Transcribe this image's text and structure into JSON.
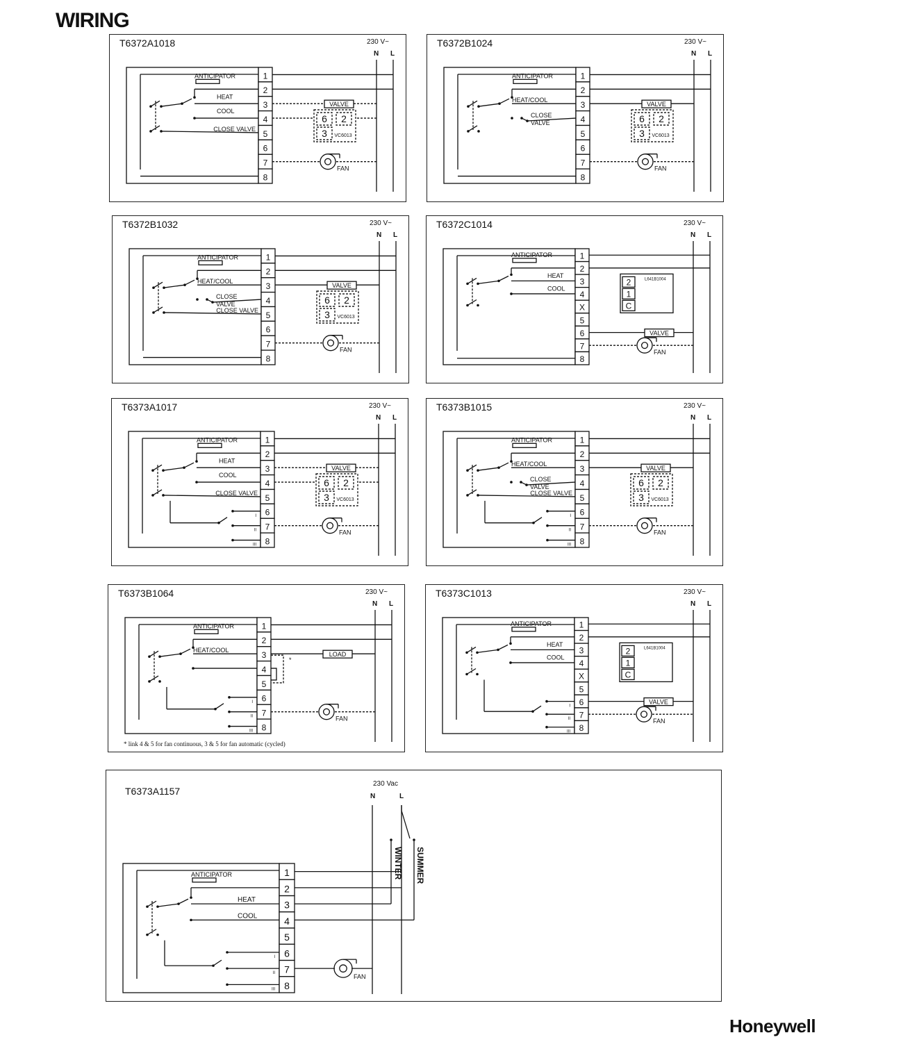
{
  "page": {
    "title": "WIRING",
    "brand": "Honeywell"
  },
  "labels": {
    "anticipator": "ANTICIPATOR",
    "heat": "HEAT",
    "cool": "COOL",
    "heat_cool": "HEAT/COOL",
    "close_valve": "CLOSE VALVE",
    "close": "CLOSE",
    "valve_short": "VALVE",
    "valve": "VALVE",
    "fan": "FAN",
    "vc6013": "VC6013",
    "l641": "L641B1004",
    "load": "LOAD",
    "n": "N",
    "l": "L"
  },
  "panels": [
    {
      "id": "T6372A1018",
      "voltage": "230 V~",
      "terminals": [
        "1",
        "2",
        "3",
        "4",
        "5",
        "6",
        "7",
        "8"
      ]
    },
    {
      "id": "T6372B1024",
      "voltage": "230 V~",
      "terminals": [
        "1",
        "2",
        "3",
        "4",
        "5",
        "6",
        "7",
        "8"
      ]
    },
    {
      "id": "T6372B1032",
      "voltage": "230 V~",
      "terminals": [
        "1",
        "2",
        "3",
        "4",
        "5",
        "6",
        "7",
        "8"
      ]
    },
    {
      "id": "T6372C1014",
      "voltage": "230 V~",
      "terminals": [
        "1",
        "2",
        "3",
        "4",
        "X",
        "5",
        "6",
        "7",
        "8"
      ]
    },
    {
      "id": "T6373A1017",
      "voltage": "230 V~",
      "terminals": [
        "1",
        "2",
        "3",
        "4",
        "5",
        "6",
        "7",
        "8"
      ]
    },
    {
      "id": "T6373B1015",
      "voltage": "230 V~",
      "terminals": [
        "1",
        "2",
        "3",
        "4",
        "5",
        "6",
        "7",
        "8"
      ]
    },
    {
      "id": "T6373B1064",
      "voltage": "230 V~",
      "terminals": [
        "1",
        "2",
        "3",
        "4",
        "5",
        "6",
        "7",
        "8"
      ],
      "footnote": "* link 4 & 5 for fan continuous, 3 & 5 for fan automatic (cycled)"
    },
    {
      "id": "T6373C1013",
      "voltage": "230 V~",
      "terminals": [
        "1",
        "2",
        "3",
        "4",
        "X",
        "5",
        "6",
        "7",
        "8"
      ]
    },
    {
      "id": "T6373A1157",
      "voltage": "230 Vac",
      "terminals": [
        "1",
        "2",
        "3",
        "4",
        "5",
        "6",
        "7",
        "8"
      ],
      "switch_labels": {
        "winter": "WINTER",
        "summer": "SUMMER"
      }
    }
  ],
  "fan_speeds": [
    "I",
    "II",
    "III"
  ]
}
